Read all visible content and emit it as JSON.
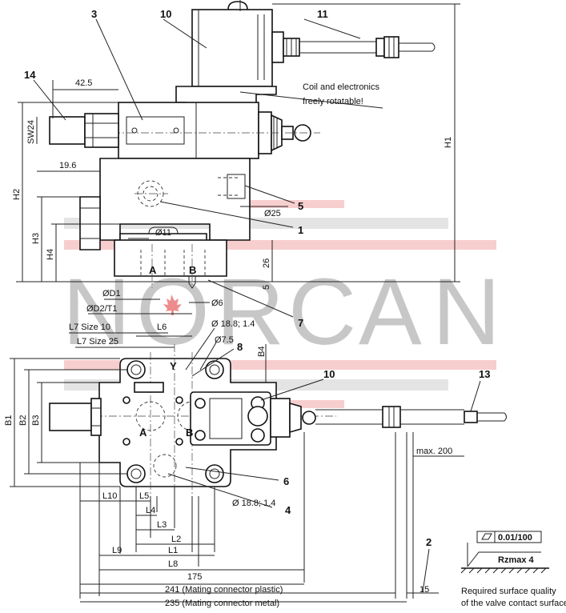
{
  "callouts": {
    "c1": "1",
    "c2": "2",
    "c3": "3",
    "c4": "4",
    "c5": "5",
    "c6": "6",
    "c7": "7",
    "c8": "8",
    "c10a": "10",
    "c10b": "10",
    "c11": "11",
    "c13": "13",
    "c14": "14"
  },
  "notes": {
    "coil_line1": "Coil and electronics",
    "coil_line2": "freely rotatable!",
    "surface_line1": "Required surface quality",
    "surface_line2": "of the valve contact surface"
  },
  "surface_symbol": {
    "flatness": "0.01/100",
    "roughness": "Rzmax 4"
  },
  "dimensions": {
    "d42_5": "42.5",
    "d19_6": "19.6",
    "sw24": "SW24",
    "h1": "H1",
    "h2": "H2",
    "h3": "H3",
    "h4": "H4",
    "d26": "26",
    "d5": "5",
    "dia11": "Ø11",
    "dia25": "Ø25",
    "od1": "ØD1",
    "od2t1": "ØD2/T1",
    "dia6": "Ø6",
    "l6": "L6",
    "l7s10": "L7 Size 10",
    "l7s25": "L7 Size 25",
    "dia18_8_top": "Ø 18.8; 1.4",
    "dia7_5": "Ø7.5",
    "b4": "B4",
    "b1": "B1",
    "b2": "B2",
    "b3": "B3",
    "l10": "L10",
    "l5": "L5",
    "l4": "L4",
    "l3": "L3",
    "l2": "L2",
    "l1": "L1",
    "l9": "L9",
    "l8": "L8",
    "d175": "175",
    "d241": "241 (Mating connector plastic)",
    "d235": "235 (Mating connector metal)",
    "d15": "15",
    "max200": "max. 200",
    "dia18_8_bottom": "Ø 18.8; 1.4"
  },
  "ports": {
    "a_top": "A",
    "b_top": "B",
    "a_bottom": "A",
    "b_bottom": "B",
    "y": "Y"
  },
  "watermark": {
    "letters": [
      "N",
      "O",
      "R",
      "C",
      "A",
      "N"
    ],
    "stripe_color": "#f2a7a7",
    "bar_color": "#c8c8c8",
    "leaf_color": "#e03030"
  }
}
